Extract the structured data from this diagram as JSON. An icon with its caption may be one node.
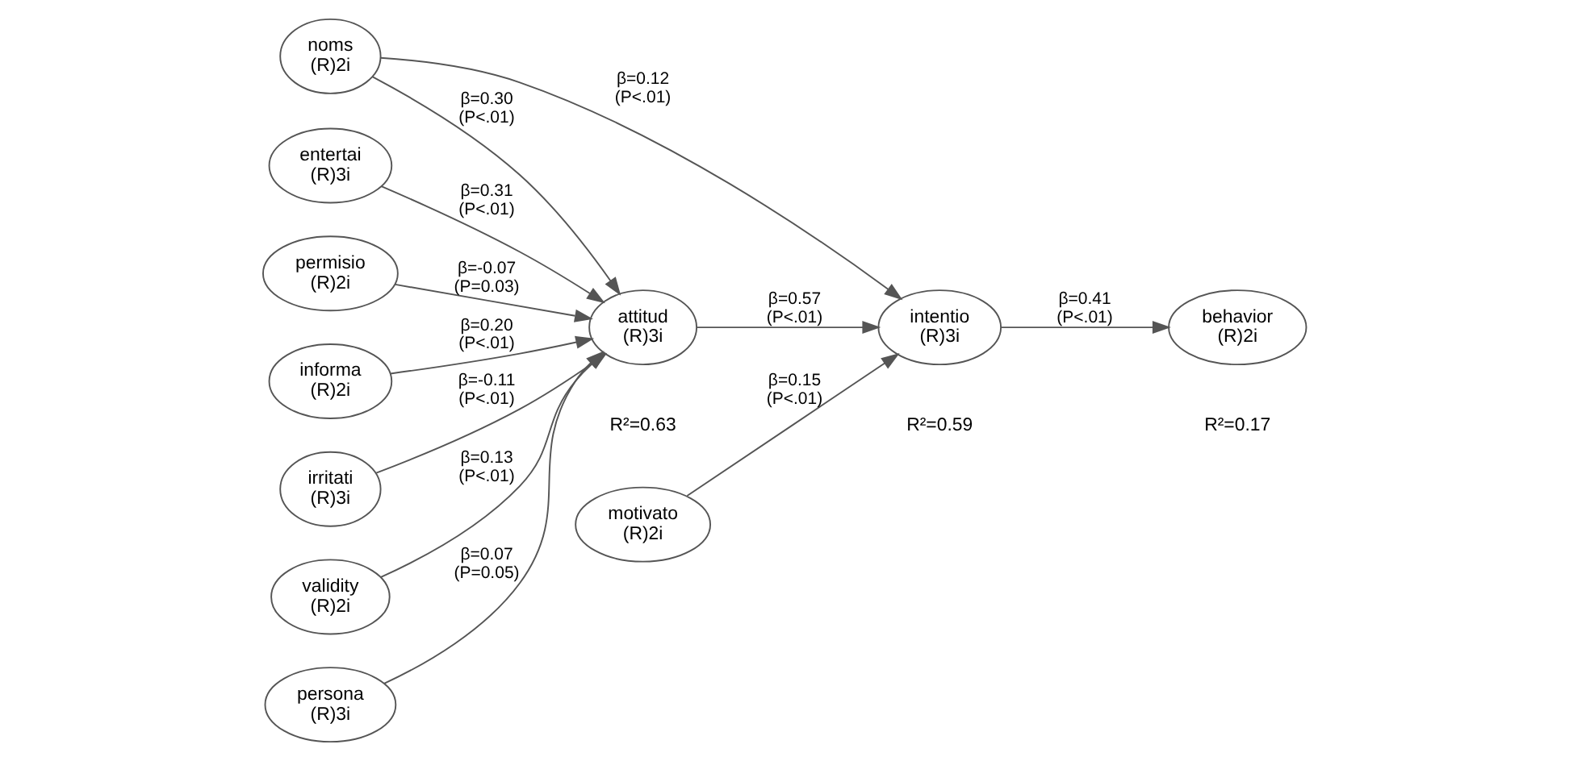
{
  "diagram": {
    "nodes": [
      {
        "text": [
          "entertai (R)3i"
        ]
      },
      {
        "text": [
          "informa (R)2i"
        ]
      },
      {
        "text": [
          "irritati (R)3i"
        ]
      },
      {
        "text": [
          "validity (R)2i"
        ]
      },
      {
        "text": [
          "persona (R)3i"
        ]
      },
      {
        "text": [
          "permisio (R)2i"
        ]
      },
      {
        "text": [
          "attitud (R)3i"
        ],
        "beside": [
          "R²=0.63"
        ]
      },
      {
        "text": [
          "noms (R)2i"
        ]
      },
      {
        "text": [
          "intentio (R)3i"
        ],
        "beside": [
          "R²=0.59"
        ]
      },
      {
        "text": [
          "motivato (R)2i"
        ]
      },
      {
        "text": [
          "behavior (R)2i"
        ],
        "beside": [
          "R²=0.17"
        ]
      }
    ],
    "edges": [
      {
        "from": 0,
        "to": 6,
        "arrow": "to",
        "label": "β=0.31 (P<.01)"
      },
      {
        "from": 1,
        "to": 6,
        "arrow": "to",
        "label": "β=0.20 (P<.01)"
      },
      {
        "from": 2,
        "to": 6,
        "arrow": "to",
        "label": "β=-0.11 (P<.01)"
      },
      {
        "from": 3,
        "to": 6,
        "arrow": "to",
        "label": "β=0.13 (P<.01)"
      },
      {
        "from": 4,
        "to": 6,
        "arrow": "to",
        "label": "β=0.07 (P=0.05)"
      },
      {
        "from": 5,
        "to": 6,
        "arrow": "to",
        "label": "β=-0.07 (P=0.03)"
      },
      {
        "from": 7,
        "to": 6,
        "arrow": "to",
        "label": "β=0.30 (P<.01)"
      },
      {
        "from": 6,
        "to": 8,
        "arrow": "to",
        "label": "β=0.57 (P<.01)"
      },
      {
        "from": 7,
        "to": 8,
        "arrow": "to",
        "label": "β=0.12 (P<.01)"
      },
      {
        "from": 9,
        "to": 8,
        "arrow": "to",
        "label": "β=0.15 (P<.01)"
      },
      {
        "from": 8,
        "to": 10,
        "arrow": "to",
        "label": "β=0.41 (P<.01)"
      }
    ]
  }
}
